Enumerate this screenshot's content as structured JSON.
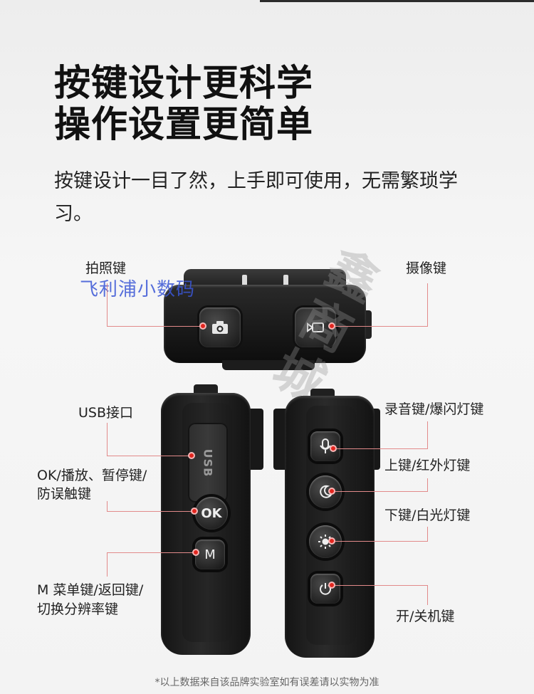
{
  "headline": {
    "line1": "按键设计更科学",
    "line2": "操作设置更简单"
  },
  "description": "按键设计一目了然，上手即可使用，无需繁琐学习。",
  "watermark": "飞利浦小数码",
  "stamp_text": "鑫商城",
  "labels": {
    "photo_key": "拍照键",
    "video_key": "摄像键",
    "usb_port": "USB接口",
    "ok_key_line1": "OK/播放、暂停键/",
    "ok_key_line2": "防误触键",
    "m_key_line1": "M 菜单键/返回键/",
    "m_key_line2": "切换分辨率键",
    "record_key": "录音键/爆闪灯键",
    "up_key": "上键/红外灯键",
    "down_key": "下键/白光灯键",
    "power_key": "开/关机键"
  },
  "device": {
    "usb_text": "USB",
    "ok_text": "OK",
    "m_text": "M"
  },
  "icons": [
    "camera-icon",
    "video-icon",
    "microphone-icon",
    "moon-icon",
    "sun-icon",
    "power-icon"
  ],
  "colors": {
    "callout_dot": "#e3261f",
    "callout_line": "#e28a8a",
    "watermark": "#3a56d6"
  },
  "footnote": "*以上数据来自该品牌实验室如有误差请以实物为准"
}
